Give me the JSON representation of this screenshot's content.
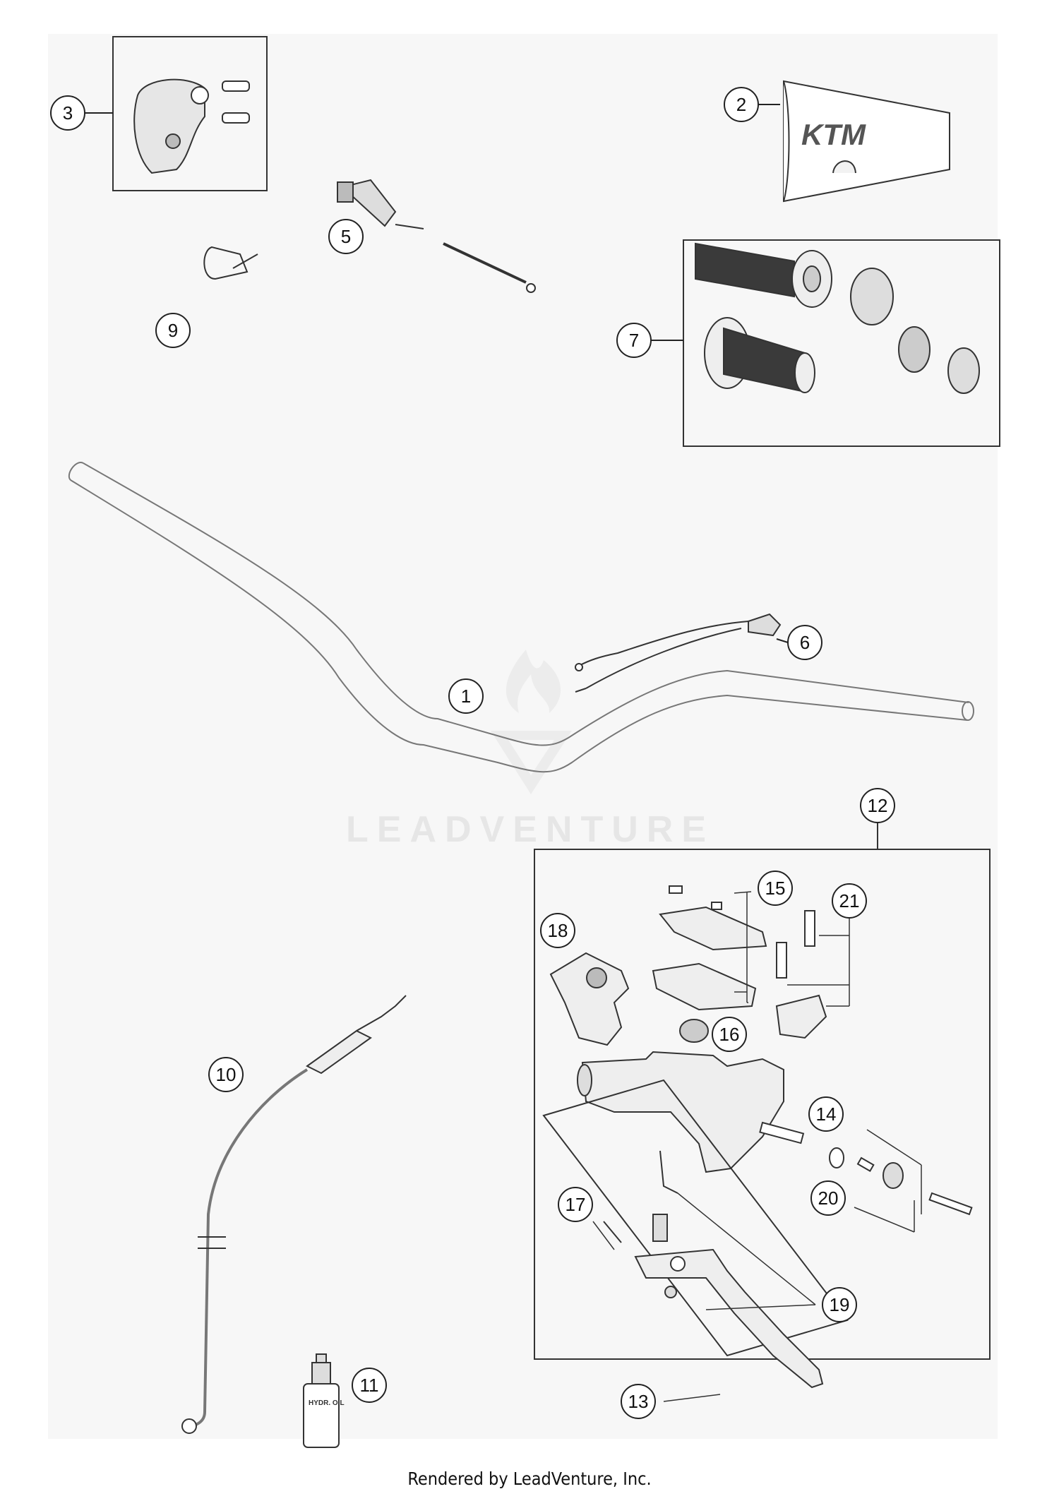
{
  "watermark": {
    "text": "LEADVENTURE"
  },
  "footer": {
    "text": "Rendered by LeadVenture, Inc."
  },
  "grip_logo": "KTM",
  "bottle_label": "HYDR. OIL",
  "callouts": {
    "c1": "1",
    "c2": "2",
    "c3": "3",
    "c5": "5",
    "c6": "6",
    "c7": "7",
    "c9": "9",
    "c10": "10",
    "c11": "11",
    "c12": "12",
    "c13": "13",
    "c14": "14",
    "c15": "15",
    "c16": "16",
    "c17": "17",
    "c18": "18",
    "c19": "19",
    "c20": "20",
    "c21": "21"
  },
  "colors": {
    "background": "#f7f7f7",
    "line": "#333333",
    "grip": "#3a3a3a",
    "watermark": "#e6e6e6"
  }
}
